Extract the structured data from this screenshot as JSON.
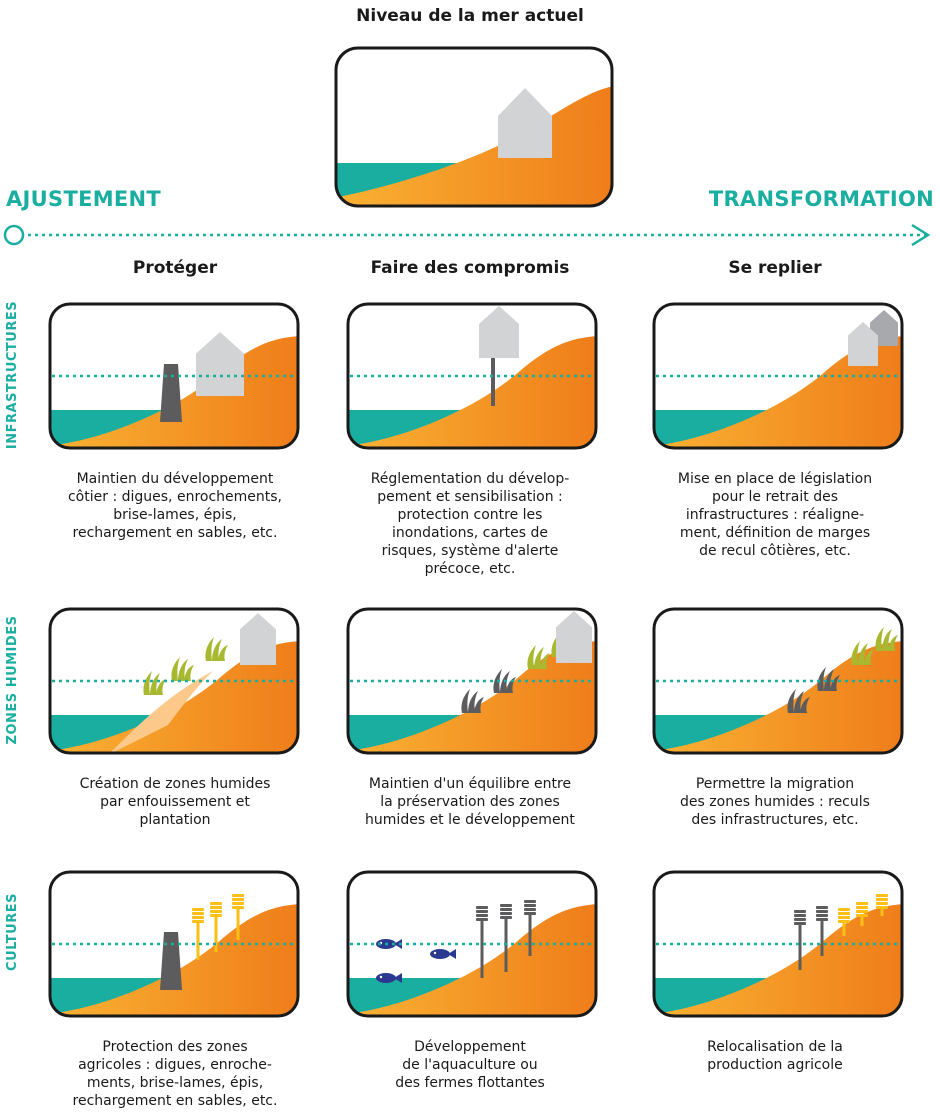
{
  "title": "Niveau de la mer actuel",
  "axis": {
    "left_label": "AJUSTEMENT",
    "right_label": "TRANSFORMATION"
  },
  "columns": [
    "Protéger",
    "Faire des compromis",
    "Se replier"
  ],
  "rows": [
    "INFRASTRUCTURES",
    "ZONES HUMIDES",
    "CULTURES"
  ],
  "captions": [
    [
      "Maintien du développement\ncôtier : digues, enrochements,\nbrise-lames, épis,\nrechargement en sables, etc.",
      "Réglementation du dévelop-\npement et sensibilisation :\nprotection contre les\ninondations, cartes de\nrisques, système d'alerte\nprécoce, etc.",
      "Mise en place de législation\npour le retrait des\ninfrastructures : réaligne-\nment, définition de marges\nde recul côtières, etc."
    ],
    [
      "Création de zones humides\npar enfouissement et\nplantation",
      "Maintien d'un équilibre entre\nla préservation des zones\nhumides et le développement",
      "Permettre la migration\ndes zones humides : reculs\ndes infrastructures, etc."
    ],
    [
      "Protection des zones\nagricoles : digues, enroche-\nments, brise-lames, épis,\nrechargement en sables, etc.",
      "Développement\nde l'aquaculture ou\ndes fermes flottantes",
      "Relocalisation de la\nproduction agricole"
    ]
  ],
  "colors": {
    "accent": "#1aaea0",
    "water": "#1aaea0",
    "land_light": "#f9b233",
    "land_dark": "#ef7d1a",
    "house": "#d2d3d4",
    "house_dark": "#a7a9ac",
    "seawall": "#5c5c5e",
    "grass": "#a8b830",
    "crop": "#fbbf16",
    "fish": "#2b3990",
    "sand": "#fcc98a"
  },
  "icons": [
    "house-icon",
    "seawall-icon",
    "grass-icon",
    "crop-icon",
    "fish-icon",
    "arrow-icon"
  ]
}
